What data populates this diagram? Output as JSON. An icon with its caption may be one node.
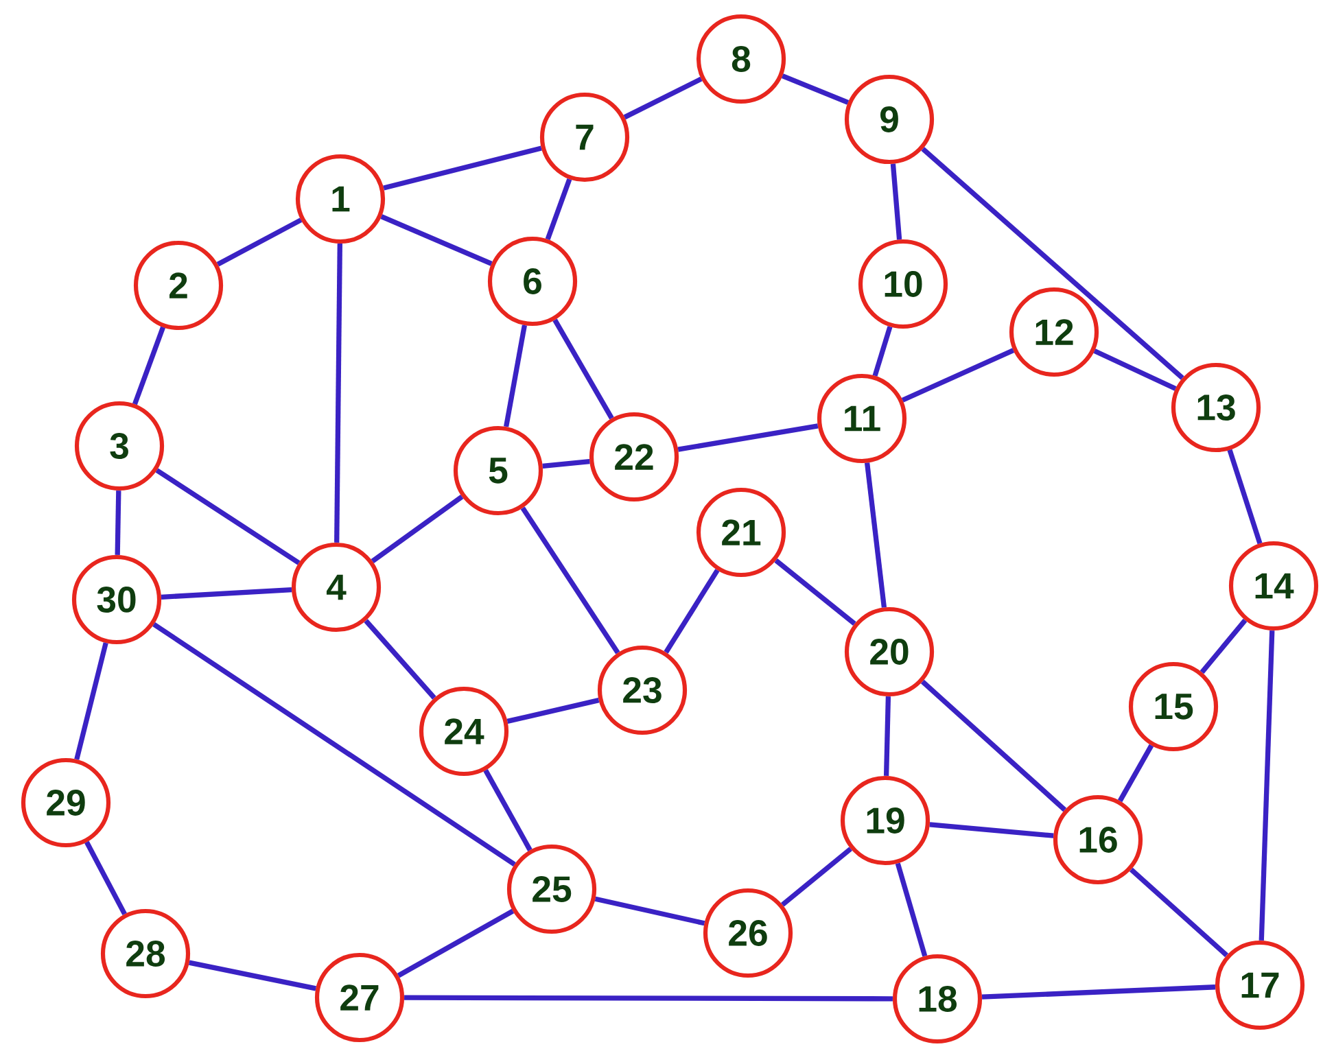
{
  "diagram": {
    "nodes": [
      {
        "text": [
          "1"
        ]
      },
      {
        "text": [
          "2"
        ]
      },
      {
        "text": [
          "3"
        ]
      },
      {
        "text": [
          "4"
        ]
      },
      {
        "text": [
          "5"
        ]
      },
      {
        "text": [
          "6"
        ]
      },
      {
        "text": [
          "7"
        ]
      },
      {
        "text": [
          "8"
        ]
      },
      {
        "text": [
          "9"
        ]
      },
      {
        "text": [
          "10"
        ]
      },
      {
        "text": [
          "11"
        ]
      },
      {
        "text": [
          "12"
        ]
      },
      {
        "text": [
          "13"
        ]
      },
      {
        "text": [
          "14"
        ]
      },
      {
        "text": [
          "15"
        ]
      },
      {
        "text": [
          "16"
        ]
      },
      {
        "text": [
          "17"
        ]
      },
      {
        "text": [
          "18"
        ]
      },
      {
        "text": [
          "19"
        ]
      },
      {
        "text": [
          "20"
        ]
      },
      {
        "text": [
          "21"
        ]
      },
      {
        "text": [
          "22"
        ]
      },
      {
        "text": [
          "23"
        ]
      },
      {
        "text": [
          "24"
        ]
      },
      {
        "text": [
          "25"
        ]
      },
      {
        "text": [
          "26"
        ]
      },
      {
        "text": [
          "27"
        ]
      },
      {
        "text": [
          "28"
        ]
      },
      {
        "text": [
          "29"
        ]
      },
      {
        "text": [
          "30"
        ]
      }
    ],
    "edges": [
      {
        "from": 0,
        "to": 1,
        "arrow": "none"
      },
      {
        "from": 0,
        "to": 6,
        "arrow": "none"
      },
      {
        "from": 0,
        "to": 5,
        "arrow": "none"
      },
      {
        "from": 0,
        "to": 3,
        "arrow": "none"
      },
      {
        "from": 6,
        "to": 7,
        "arrow": "none"
      },
      {
        "from": 6,
        "to": 5,
        "arrow": "none"
      },
      {
        "from": 7,
        "to": 8,
        "arrow": "none"
      },
      {
        "from": 8,
        "to": 9,
        "arrow": "none"
      },
      {
        "from": 8,
        "to": 12,
        "arrow": "none"
      },
      {
        "from": 9,
        "to": 10,
        "arrow": "none"
      },
      {
        "from": 10,
        "to": 11,
        "arrow": "none"
      },
      {
        "from": 11,
        "to": 12,
        "arrow": "none"
      },
      {
        "from": 10,
        "to": 21,
        "arrow": "none"
      },
      {
        "from": 10,
        "to": 19,
        "arrow": "none"
      },
      {
        "from": 1,
        "to": 2,
        "arrow": "none"
      },
      {
        "from": 2,
        "to": 29,
        "arrow": "none"
      },
      {
        "from": 2,
        "to": 3,
        "arrow": "none"
      },
      {
        "from": 29,
        "to": 3,
        "arrow": "none"
      },
      {
        "from": 3,
        "to": 4,
        "arrow": "none"
      },
      {
        "from": 4,
        "to": 5,
        "arrow": "none"
      },
      {
        "from": 5,
        "to": 21,
        "arrow": "none"
      },
      {
        "from": 4,
        "to": 21,
        "arrow": "none"
      },
      {
        "from": 4,
        "to": 22,
        "arrow": "none"
      },
      {
        "from": 3,
        "to": 23,
        "arrow": "none"
      },
      {
        "from": 23,
        "to": 22,
        "arrow": "none"
      },
      {
        "from": 22,
        "to": 20,
        "arrow": "none"
      },
      {
        "from": 20,
        "to": 19,
        "arrow": "none"
      },
      {
        "from": 23,
        "to": 24,
        "arrow": "none"
      },
      {
        "from": 29,
        "to": 24,
        "arrow": "none"
      },
      {
        "from": 29,
        "to": 28,
        "arrow": "none"
      },
      {
        "from": 28,
        "to": 27,
        "arrow": "none"
      },
      {
        "from": 27,
        "to": 26,
        "arrow": "none"
      },
      {
        "from": 26,
        "to": 24,
        "arrow": "none"
      },
      {
        "from": 24,
        "to": 25,
        "arrow": "none"
      },
      {
        "from": 25,
        "to": 18,
        "arrow": "none"
      },
      {
        "from": 18,
        "to": 17,
        "arrow": "none"
      },
      {
        "from": 18,
        "to": 19,
        "arrow": "none"
      },
      {
        "from": 18,
        "to": 15,
        "arrow": "none"
      },
      {
        "from": 19,
        "to": 15,
        "arrow": "none"
      },
      {
        "from": 15,
        "to": 14,
        "arrow": "none"
      },
      {
        "from": 14,
        "to": 13,
        "arrow": "none"
      },
      {
        "from": 12,
        "to": 13,
        "arrow": "none"
      },
      {
        "from": 13,
        "to": 16,
        "arrow": "none"
      },
      {
        "from": 15,
        "to": 16,
        "arrow": "none"
      },
      {
        "from": 26,
        "to": 17,
        "arrow": "none"
      },
      {
        "from": 17,
        "to": 16,
        "arrow": "none"
      }
    ]
  }
}
